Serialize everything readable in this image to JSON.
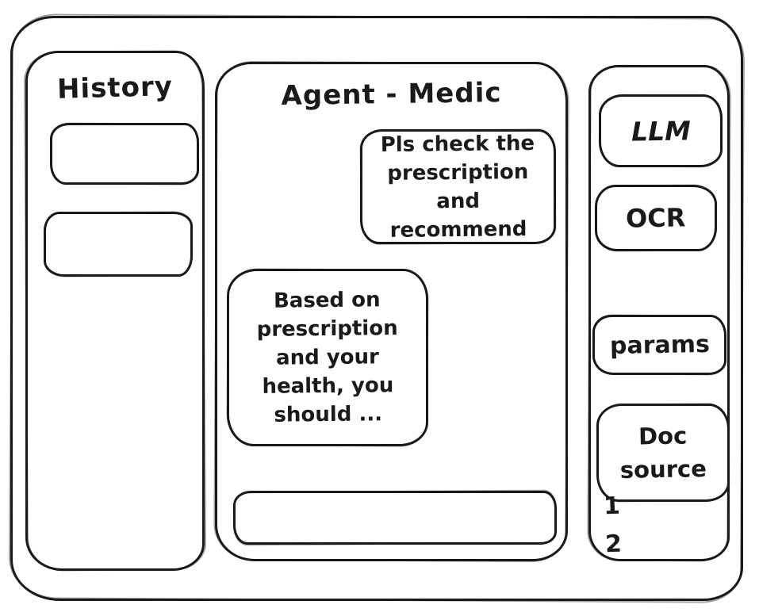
{
  "colors": {
    "ink": "#1a1a1a",
    "background": "#ffffff"
  },
  "history_panel": {
    "title": "History",
    "items": [
      {
        "label": ""
      },
      {
        "label": ""
      }
    ]
  },
  "chat_panel": {
    "title": "Agent - Medic",
    "messages": [
      {
        "role": "user",
        "text": "Pls check the\nprescription\nand recommend"
      },
      {
        "role": "assistant",
        "text": "Based on\nprescription\nand your\nhealth, you\nshould ..."
      }
    ],
    "input": {
      "value": "",
      "placeholder": ""
    }
  },
  "tools_panel": {
    "buttons": [
      {
        "id": "llm",
        "label": "LLM"
      },
      {
        "id": "ocr",
        "label": "OCR"
      },
      {
        "id": "params",
        "label": "params"
      },
      {
        "id": "doc_source",
        "label": "Doc source"
      }
    ],
    "doc_source_items": [
      "1",
      "2"
    ]
  }
}
